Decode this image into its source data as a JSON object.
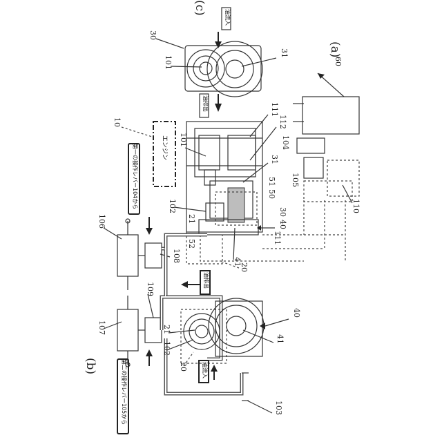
{
  "panels": {
    "a": "(a)",
    "b": "(b)",
    "c": "(c)"
  },
  "refs": {
    "r10": "10",
    "r20": "20",
    "r20b": "20",
    "r21": "21",
    "r21b": "21",
    "r30": "30",
    "r30b": "30",
    "r31": "31",
    "r31b": "31",
    "r40": "40",
    "r40b": "40",
    "r41": "41",
    "r41b": "41",
    "r50": "50",
    "r51": "51",
    "r52": "52",
    "r60": "60",
    "r101": "101",
    "r101b": "101",
    "r102": "102",
    "r102b": "102",
    "r103": "103",
    "r104": "104",
    "r105": "105",
    "r106": "106",
    "r107": "107",
    "r108": "108",
    "r109": "109",
    "r110": "110",
    "r111": "111",
    "r111b": "111",
    "r112": "112"
  },
  "labels": {
    "engine": "エンジン",
    "lever1": "第一の操作レバー104から",
    "lever2": "第二の操作レバー105から",
    "inflow_c": "油流入",
    "outflow_c": "油排出",
    "outflow_b": "油排出",
    "inflow_b": "油流入"
  }
}
